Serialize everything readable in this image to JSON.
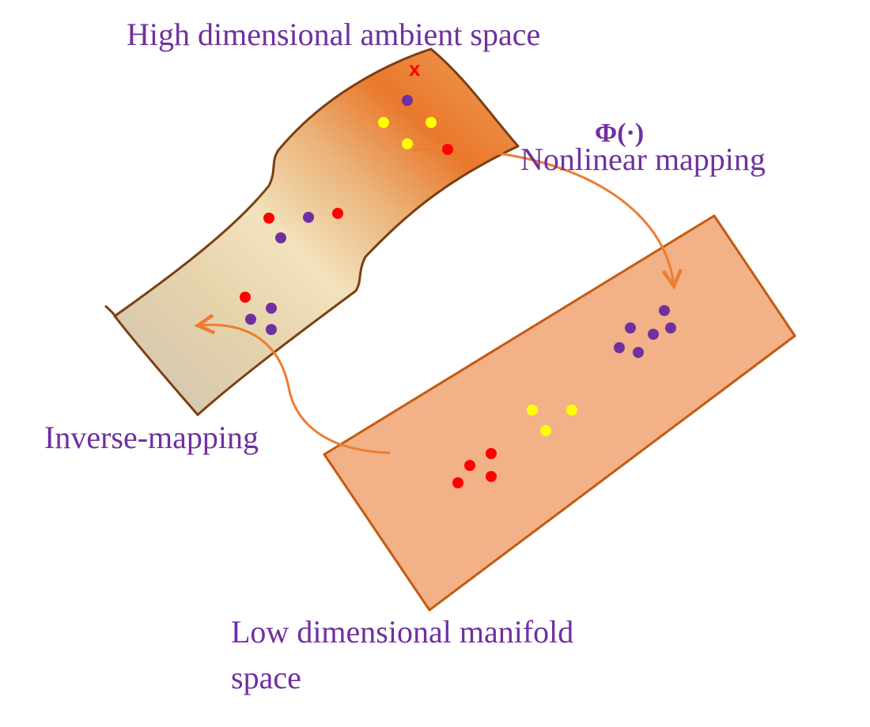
{
  "labels": {
    "high_space": "High dimensional ambient space",
    "mapping_symbol": "Φ(·)",
    "nonlinear_mapping": "Nonlinear mapping",
    "inverse_mapping": "Inverse-mapping",
    "low_space_line1": "Low dimensional manifold",
    "low_space_line2": "space",
    "query_point": "x"
  },
  "colors": {
    "label_text": "#7030a0",
    "manifold_outline": "#7b3f12",
    "plane_fill": "#f2b187",
    "plane_outline": "#c55a11",
    "arrow": "#ed7d31",
    "point_red": "#ff0000",
    "point_purple": "#7030a0",
    "point_yellow": "#ffff00"
  }
}
